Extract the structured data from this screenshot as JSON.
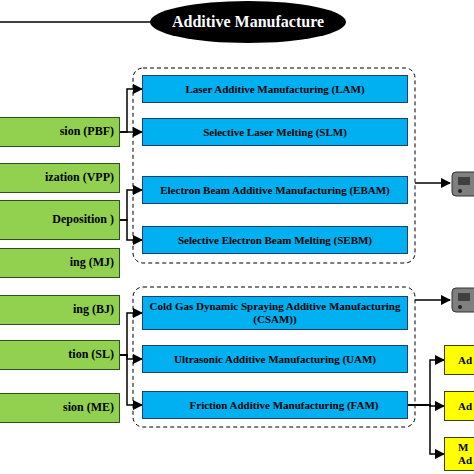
{
  "diagram": {
    "nodes": [
      {
        "text": [
          "Additive Manufacture"
        ]
      },
      {
        "text": [
          "sion (PBF)"
        ]
      },
      {
        "text": [
          "ization (VPP)"
        ]
      },
      {
        "text": [
          "Deposition )"
        ]
      },
      {
        "text": [
          "ing (MJ)"
        ]
      },
      {
        "text": [
          "ing (BJ)"
        ]
      },
      {
        "text": [
          "tion (SL)"
        ]
      },
      {
        "text": [
          "sion (ME)"
        ]
      },
      {
        "text": [
          "Laser Additive Manufacturing (LAM)"
        ]
      },
      {
        "text": [
          "Selective Laser Melting (SLM)"
        ]
      },
      {
        "text": [
          "Electron Beam Additive Manufacturing (EBAM)"
        ]
      },
      {
        "text": [
          "Selective Electron Beam Melting (SEBM)"
        ]
      },
      {
        "text": [
          "Cold Gas Dynamic Spraying Additive Manufacturing (CSAM))"
        ]
      },
      {
        "text": [
          "Ultrasonic Additive Manufacturing (UAM)"
        ]
      },
      {
        "text": [
          "Friction Additive Manufacturing (FAM)"
        ]
      },
      {
        "text": [
          "Ad"
        ]
      },
      {
        "text": [
          "Ad"
        ]
      },
      {
        "text": [
          "M Ad"
        ]
      }
    ],
    "edges": [
      {
        "from": 1,
        "to": 8,
        "arrow": "to"
      },
      {
        "from": 1,
        "to": 9,
        "arrow": "to"
      },
      {
        "from": 3,
        "to": 10,
        "arrow": "to"
      },
      {
        "from": 3,
        "to": 11,
        "arrow": "to"
      },
      {
        "from": 6,
        "to": 12,
        "arrow": "to"
      },
      {
        "from": 6,
        "to": 13,
        "arrow": "to"
      },
      {
        "from": 6,
        "to": 14,
        "arrow": "to"
      },
      {
        "from": 14,
        "to": 15,
        "arrow": "to"
      },
      {
        "from": 14,
        "to": 16,
        "arrow": "to"
      },
      {
        "from": 14,
        "to": 17,
        "arrow": "to"
      }
    ]
  }
}
